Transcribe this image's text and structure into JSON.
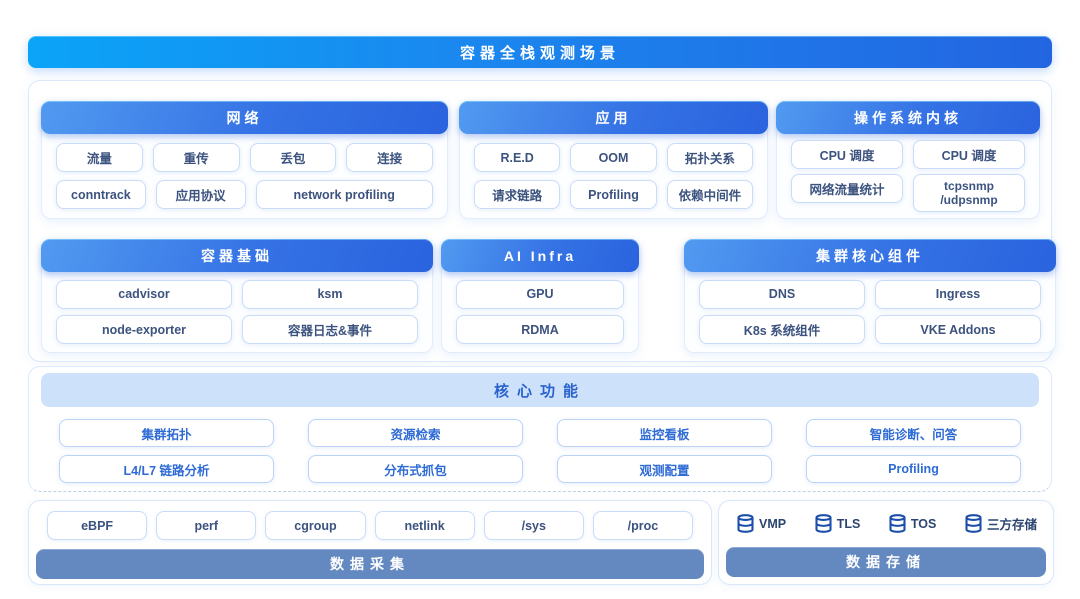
{
  "banner": {
    "title": "容器全栈观测场景"
  },
  "scenario": {
    "network": {
      "title": "网络",
      "r1": [
        "流量",
        "重传",
        "丢包",
        "连接"
      ],
      "r2": [
        "conntrack",
        "应用协议",
        "network profiling"
      ]
    },
    "app": {
      "title": "应用",
      "r1": [
        "R.E.D",
        "OOM",
        "拓扑关系"
      ],
      "r2": [
        "请求链路",
        "Profiling",
        "依赖中间件"
      ]
    },
    "kernel": {
      "title": "操作系统内核",
      "r1": [
        "CPU 调度",
        "CPU 调度"
      ],
      "r2": [
        "网络流量统计",
        [
          "tcpsnmp",
          "/udpsnmp"
        ]
      ]
    },
    "container": {
      "title": "容器基础",
      "r1": [
        "cadvisor",
        "ksm"
      ],
      "r2": [
        "node-exporter",
        "容器日志&事件"
      ]
    },
    "ai": {
      "title": "AI Infra",
      "r1": [
        "GPU"
      ],
      "r2": [
        "RDMA"
      ]
    },
    "cluster": {
      "title": "集群核心组件",
      "r1": [
        "DNS",
        "Ingress"
      ],
      "r2": [
        "K8s 系统组件",
        "VKE Addons"
      ]
    }
  },
  "core": {
    "title": "核心功能",
    "r1": [
      "集群拓扑",
      "资源检索",
      "监控看板",
      "智能诊断、问答"
    ],
    "r2": [
      "L4/L7 链路分析",
      "分布式抓包",
      "观测配置",
      "Profiling"
    ]
  },
  "collection": {
    "title": "数据采集",
    "tags": [
      "eBPF",
      "perf",
      "cgroup",
      "netlink",
      "/sys",
      "/proc"
    ]
  },
  "storage": {
    "title": "数据存储",
    "items": [
      "VMP",
      "TLS",
      "TOS",
      "三方存储"
    ]
  },
  "colors": {
    "banner_gradient_start": "#0aa4f8",
    "banner_gradient_end": "#2365e1",
    "panel_header_gradient_start": "#519af0",
    "panel_header_gradient_end": "#2a63de",
    "core_header_bg": "#cde1fa",
    "lane_bar_bg": "#6489c1",
    "chip_text": "#3c537f",
    "core_chip_text": "#2e6bd5",
    "db_icon": "#1c4fa9"
  }
}
